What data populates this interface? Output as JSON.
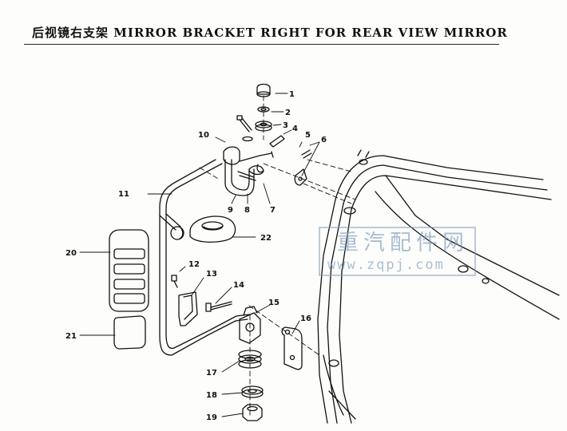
{
  "title": "后视镜右支架 MIRROR BRACKET RIGHT FOR REAR VIEW MIRROR",
  "callouts": [
    "1",
    "2",
    "3",
    "4",
    "5",
    "6",
    "7",
    "8",
    "9",
    "10",
    "11",
    "12",
    "13",
    "14",
    "15",
    "16",
    "17",
    "18",
    "19",
    "20",
    "21",
    "22"
  ],
  "watermark": {
    "line1": "重汽配件网",
    "line2": "www.zqpj.com"
  },
  "colors": {
    "ink": "#111111",
    "watermark": "#7f9bbf",
    "paper": "#fdfdfb"
  }
}
